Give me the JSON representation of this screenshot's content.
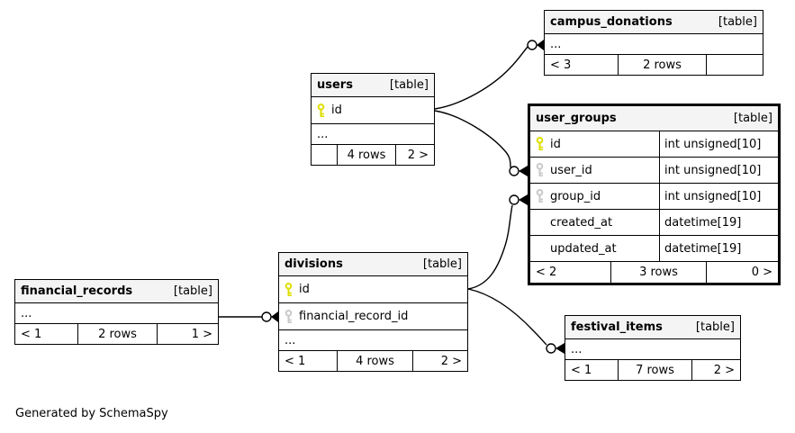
{
  "diagram": {
    "note": "Generated by SchemaSpy",
    "colors": {
      "background": "#ffffff",
      "table_header_bg": "#f4f4f4",
      "border": "#000000",
      "primary_key_icon": "#dede00",
      "foreign_key_icon": "#c8c8c8"
    }
  },
  "tables": [
    {
      "name": "campus_donations",
      "badge": "[table]",
      "rows": [
        {
          "kind": "ellipsis",
          "name": "..."
        }
      ],
      "footer": {
        "left": "< 3",
        "center": "2 rows",
        "right": ""
      }
    },
    {
      "name": "users",
      "badge": "[table]",
      "rows": [
        {
          "kind": "pk",
          "name": "id"
        },
        {
          "kind": "ellipsis",
          "name": "..."
        }
      ],
      "footer": {
        "left": "",
        "center": "4 rows",
        "right": "2 >"
      }
    },
    {
      "name": "user_groups",
      "badge": "[table]",
      "rows": [
        {
          "kind": "pk",
          "name": "id",
          "datatype": "int unsigned[10]"
        },
        {
          "kind": "fk",
          "name": "user_id",
          "datatype": "int unsigned[10]"
        },
        {
          "kind": "fk",
          "name": "group_id",
          "datatype": "int unsigned[10]"
        },
        {
          "kind": "plain",
          "name": "created_at",
          "datatype": "datetime[19]"
        },
        {
          "kind": "plain",
          "name": "updated_at",
          "datatype": "datetime[19]"
        }
      ],
      "footer": {
        "left": "< 2",
        "center": "3 rows",
        "right": "0 >"
      }
    },
    {
      "name": "divisions",
      "badge": "[table]",
      "rows": [
        {
          "kind": "pk",
          "name": "id"
        },
        {
          "kind": "fk",
          "name": "financial_record_id"
        },
        {
          "kind": "ellipsis",
          "name": "..."
        }
      ],
      "footer": {
        "left": "< 1",
        "center": "4 rows",
        "right": "2 >"
      }
    },
    {
      "name": "financial_records",
      "badge": "[table]",
      "rows": [
        {
          "kind": "ellipsis",
          "name": "..."
        }
      ],
      "footer": {
        "left": "< 1",
        "center": "2 rows",
        "right": "1 >"
      }
    },
    {
      "name": "festival_items",
      "badge": "[table]",
      "rows": [
        {
          "kind": "ellipsis",
          "name": "..."
        }
      ],
      "footer": {
        "left": "< 1",
        "center": "7 rows",
        "right": "2 >"
      }
    }
  ],
  "relationships": [
    {
      "from": "users.id",
      "to": "campus_donations",
      "cardinality_at_child": "zero-or-many"
    },
    {
      "from": "users.id",
      "to": "user_groups.user_id",
      "cardinality_at_child": "zero-or-many"
    },
    {
      "from": "divisions.id",
      "to": "user_groups.group_id",
      "cardinality_at_child": "zero-or-many"
    },
    {
      "from": "financial_records",
      "to": "divisions.financial_record_id",
      "cardinality_at_child": "zero-or-many"
    },
    {
      "from": "divisions.id",
      "to": "festival_items",
      "cardinality_at_child": "zero-or-many"
    }
  ]
}
